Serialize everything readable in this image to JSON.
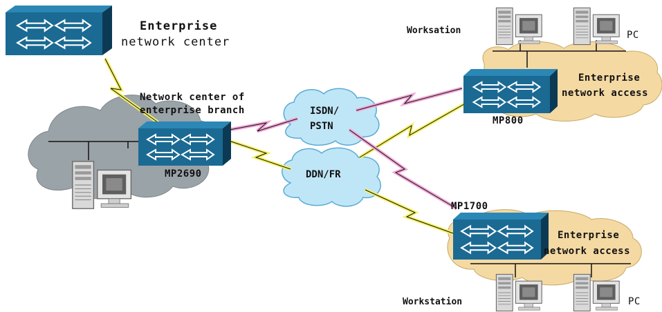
{
  "labels": {
    "enterprise_line1": "Enterprise",
    "enterprise_line2": "network center",
    "branch_line1": "Network center of",
    "branch_line2": "enterprise branch",
    "router_mp2690": "MP2690",
    "cloud_isdn_line1": "ISDN/",
    "cloud_isdn_line2": "PSTN",
    "cloud_ddn": "DDN/FR",
    "router_mp800": "MP800",
    "router_mp1700": "MP1700",
    "access_top_line1": "Enterprise",
    "access_top_line2": "network access",
    "access_bottom_line1": "Enterprise",
    "access_bottom_line2": "network access",
    "workstation_top": "Worksation",
    "pc_top": "PC",
    "workstation_bottom": "Workstation",
    "pc_bottom": "PC"
  },
  "colors": {
    "switch_face": "#1a6a93",
    "switch_dark": "#0c3a55",
    "blue_cloud": "#bfe6f7",
    "branch_cloud": "#9aa3a8",
    "tan_cloud": "#f4d9a3",
    "lightning_yellow": "#f4f066",
    "lightning_pink": "#f2a6d6"
  },
  "icons": {
    "switch": "router-switch-icon",
    "computer": "computer-icon",
    "wan_link": "lightning-link-icon"
  }
}
